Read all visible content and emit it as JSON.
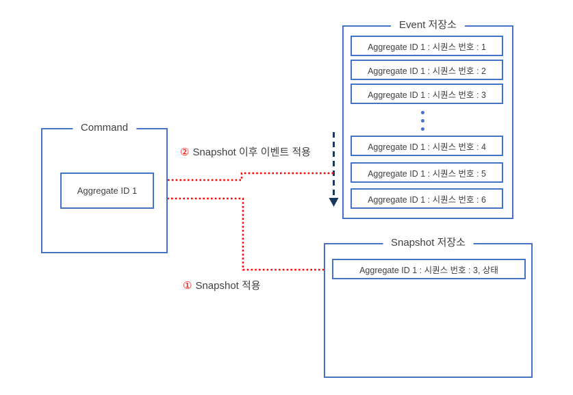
{
  "command": {
    "title": "Command",
    "aggregate_label": "Aggregate ID 1"
  },
  "event_store": {
    "title": "Event 저장소",
    "rows": [
      "Aggregate ID 1 : 시퀀스 번호 : 1",
      "Aggregate ID 1 : 시퀀스 번호 : 2",
      "Aggregate ID 1 : 시퀀스 번호 : 3",
      "Aggregate ID 1 : 시퀀스 번호 : 4",
      "Aggregate ID 1 : 시퀀스 번호 : 5",
      "Aggregate ID 1 : 시퀀스 번호 : 6"
    ]
  },
  "snapshot_store": {
    "title": "Snapshot 저장소",
    "row_label": "Aggregate ID 1 : 시퀀스 번호 : 3, 상태"
  },
  "annotations": {
    "step2_marker": "②",
    "step2_text": "Snapshot 이후 이벤트 적용",
    "step1_marker": "①",
    "step1_text": "Snapshot 적용"
  },
  "colors": {
    "box_border_blue": "#4472C4",
    "arrow_red": "#FF0000",
    "dashed_arrow_navy": "#17375E",
    "text_gray": "#404040"
  }
}
